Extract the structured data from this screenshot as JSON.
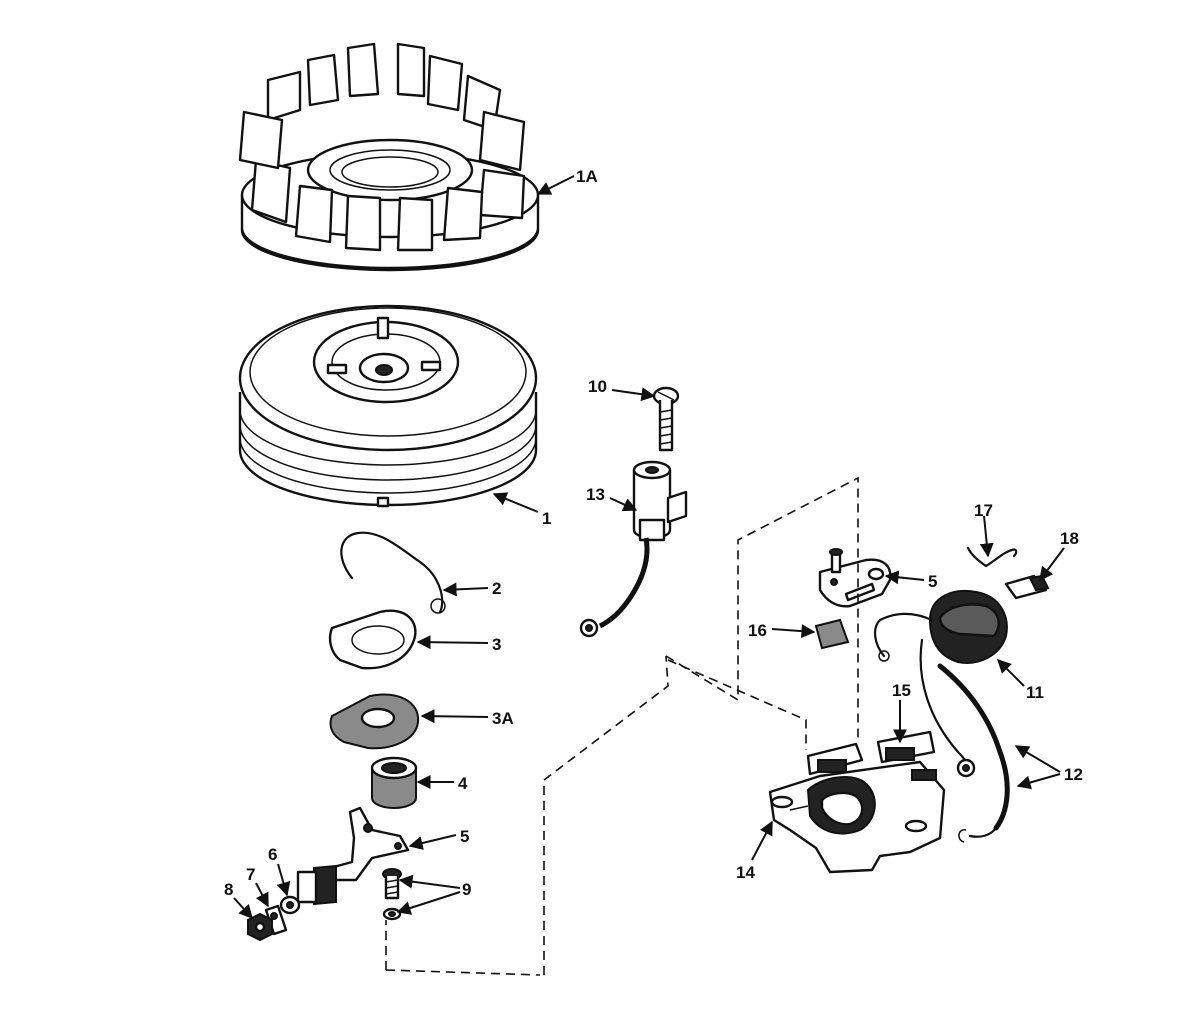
{
  "callouts": {
    "c1A": "1A",
    "c1": "1",
    "c2": "2",
    "c3": "3",
    "c3A": "3A",
    "c4": "4",
    "c5a": "5",
    "c5b": "5",
    "c6": "6",
    "c7": "7",
    "c8": "8",
    "c9": "9",
    "c10": "10",
    "c11": "11",
    "c12": "12",
    "c13": "13",
    "c14": "14",
    "c15": "15",
    "c16": "16",
    "c17": "17",
    "c18": "18"
  },
  "colors": {
    "ink": "#111111",
    "paper": "#ffffff"
  }
}
